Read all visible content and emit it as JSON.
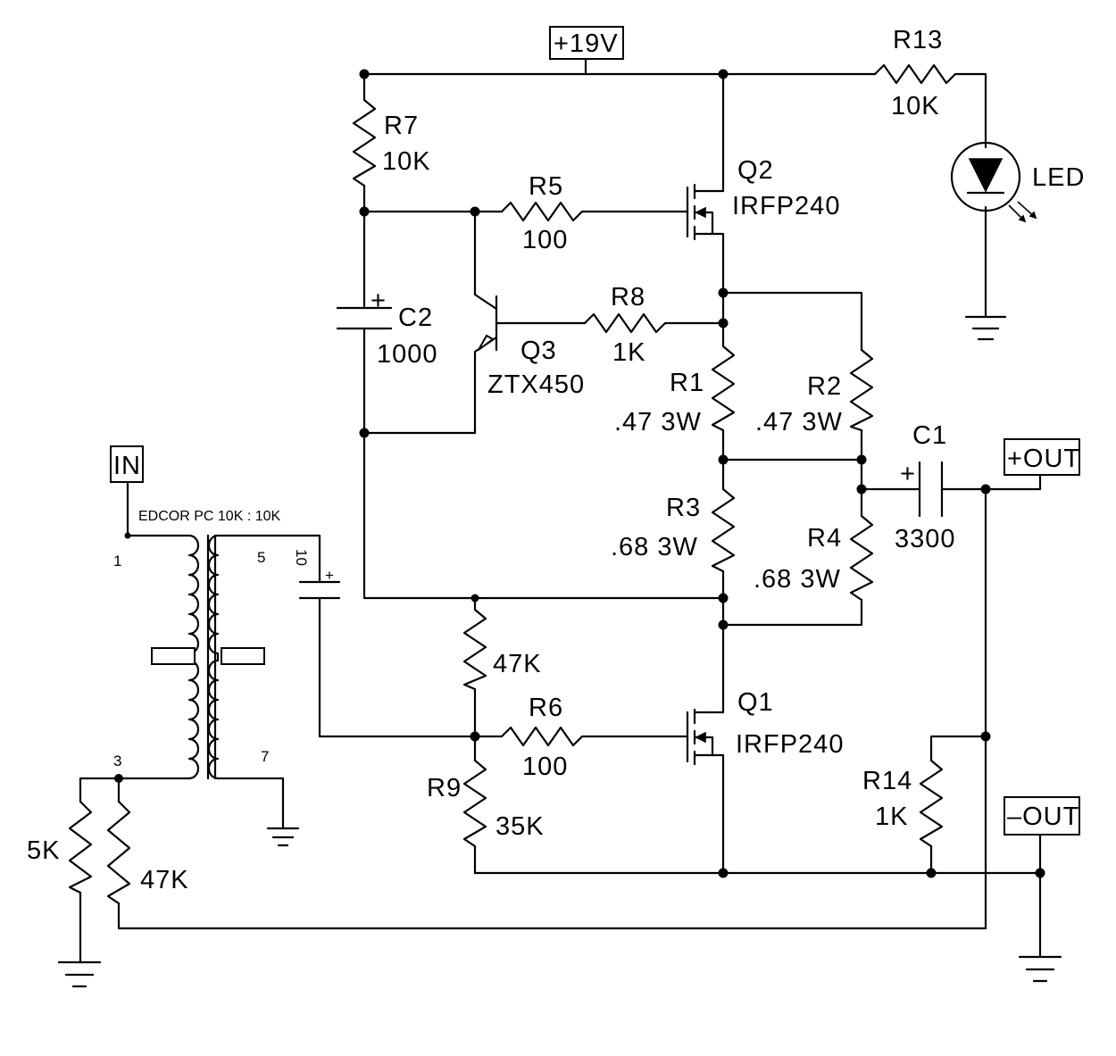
{
  "supply": "+19V",
  "input": "IN",
  "outputs": {
    "positive": "+OUT",
    "negative": "–OUT"
  },
  "transformer": {
    "label": "EDCOR PC 10K : 10K",
    "pins": {
      "p1": "1",
      "p3": "3",
      "p5": "5",
      "p7": "7"
    }
  },
  "components": {
    "r7": {
      "ref": "R7",
      "value": "10K"
    },
    "r5": {
      "ref": "R5",
      "value": "100"
    },
    "r8": {
      "ref": "R8",
      "value": "1K"
    },
    "r13": {
      "ref": "R13",
      "value": "10K"
    },
    "r1": {
      "ref": "R1",
      "value": ".47 3W"
    },
    "r2": {
      "ref": "R2",
      "value": ".47 3W"
    },
    "r3": {
      "ref": "R3",
      "value": ".68 3W"
    },
    "r4": {
      "ref": "R4",
      "value": ".68 3W"
    },
    "r6": {
      "ref": "R6",
      "value": "100"
    },
    "r9": {
      "ref": "R9",
      "value": "35K"
    },
    "r14": {
      "ref": "R14",
      "value": "1K"
    },
    "r_bias": {
      "value": "47K"
    },
    "r_load5k": {
      "value": "5K"
    },
    "r_load47k": {
      "value": "47K"
    },
    "c1": {
      "ref": "C1",
      "value": "3300",
      "polarity": "+"
    },
    "c2": {
      "ref": "C2",
      "value": "1000",
      "polarity": "+"
    },
    "c_in": {
      "value": "10",
      "polarity": "+"
    },
    "q1": {
      "ref": "Q1",
      "part": "IRFP240"
    },
    "q2": {
      "ref": "Q2",
      "part": "IRFP240"
    },
    "q3": {
      "ref": "Q3",
      "part": "ZTX450"
    },
    "led": {
      "ref": "LED"
    }
  }
}
